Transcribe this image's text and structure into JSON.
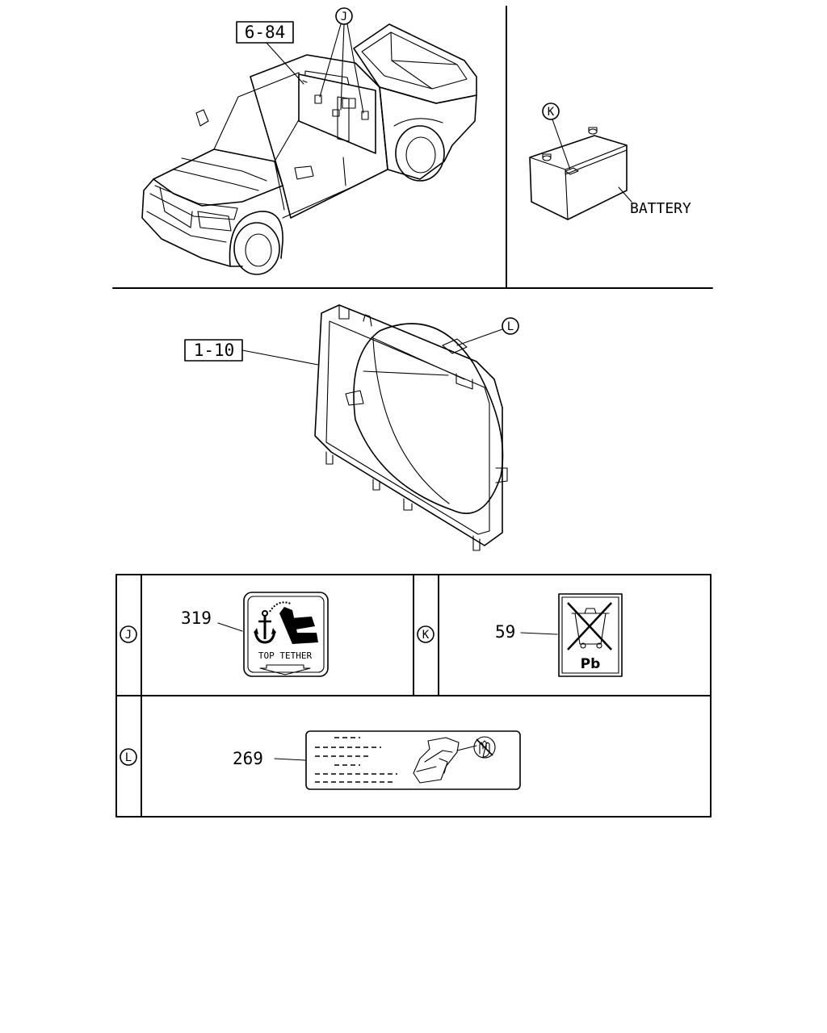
{
  "refs": {
    "truck_ref": "6-84",
    "fan_shroud_ref": "1-10"
  },
  "callouts": {
    "truck_letter": "J",
    "battery_letter": "K",
    "shroud_letter": "L"
  },
  "battery_label": "BATTERY",
  "table": {
    "row1": {
      "cell_j": {
        "letter": "J",
        "part_no": "319",
        "label_text": "TOP TETHER",
        "icon": "anchor-seat-icon"
      },
      "cell_k": {
        "letter": "K",
        "part_no": "59",
        "label_text": "Pb",
        "icon": "crossed-bin-icon"
      }
    },
    "row2": {
      "cell_l": {
        "letter": "L",
        "part_no": "269",
        "icon": "hand-warning-icon"
      }
    }
  }
}
